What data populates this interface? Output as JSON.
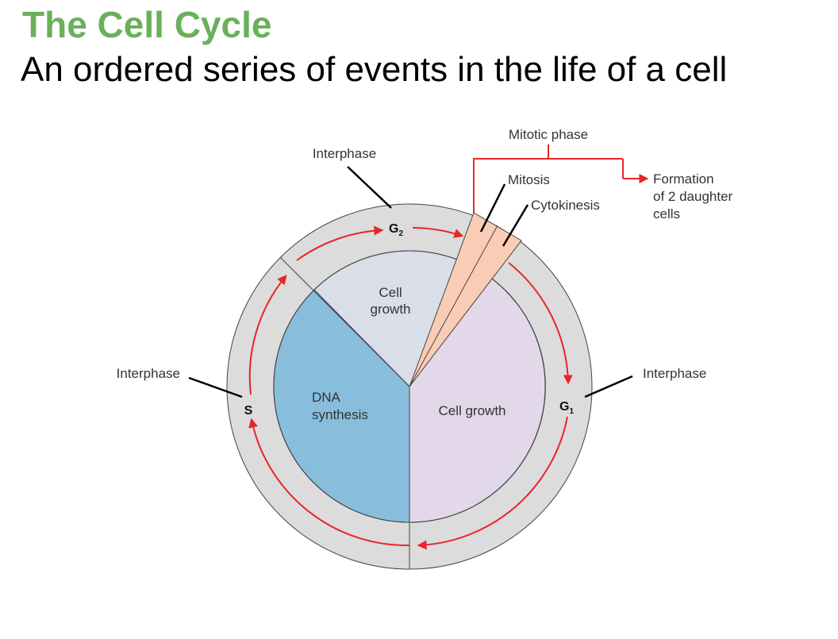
{
  "title": "The Cell Cycle",
  "subtitle": "An ordered series of events in the life of a cell",
  "colors": {
    "title": "#6ab05a",
    "outer_ring": "#dcdcdc",
    "dna_synthesis": "#88bedb",
    "cell_growth_top": "#dadee8",
    "cell_growth_right": "#e3d7ea",
    "mitotic_wedge": "#f9cdb5",
    "arrow": "#e8252a",
    "leader_line": "#000000"
  },
  "diagram": {
    "mitotic_phase_label": "Mitotic phase",
    "mitosis_label": "Mitosis",
    "cytokinesis_label": "Cytokinesis",
    "formation_lines": [
      "Formation",
      "of 2 daughter",
      "cells"
    ],
    "interphase_label": "Interphase",
    "g2": {
      "main": "G",
      "sub": "2"
    },
    "g1": {
      "main": "G",
      "sub": "1"
    },
    "s_label": "S",
    "cell_growth_top_lines": [
      "Cell",
      "growth"
    ],
    "dna_synthesis_lines": [
      "DNA",
      "synthesis"
    ],
    "cell_growth_right": "Cell growth"
  }
}
